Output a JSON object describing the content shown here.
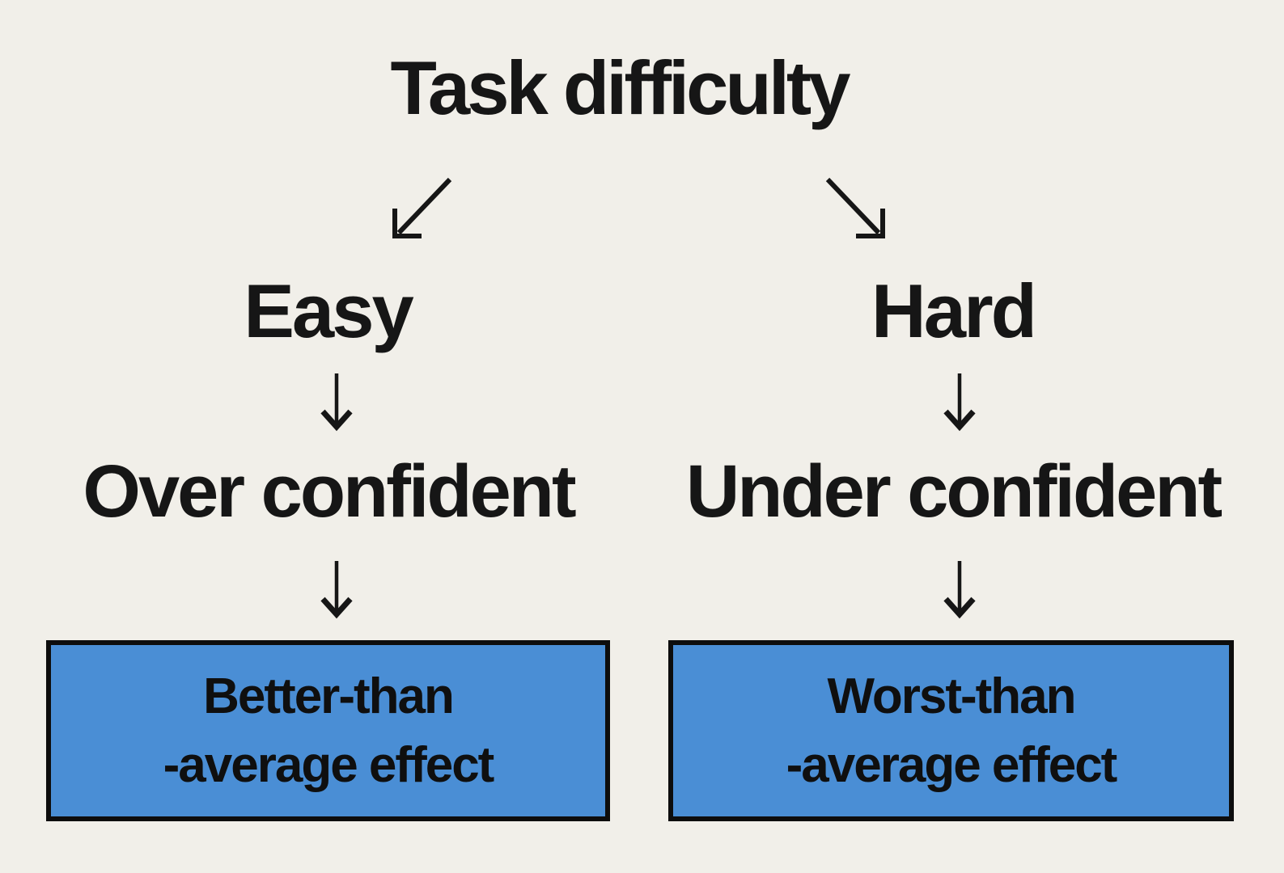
{
  "diagram": {
    "title": "Task difficulty",
    "colors": {
      "background": "#f1efe9",
      "text": "#161616",
      "box_fill": "#4a8ed5",
      "box_border": "#0d0d0d",
      "arrow": "#161616"
    },
    "icons": {
      "arrow_down_left": "arrow-down-left-icon",
      "arrow_down_right": "arrow-down-right-icon",
      "arrow_down": "arrow-down-icon"
    },
    "branches": [
      {
        "condition": "Easy",
        "outcome": "Over confident",
        "effect_line1": "Better-than",
        "effect_line2": "-average effect"
      },
      {
        "condition": "Hard",
        "outcome": "Under confident",
        "effect_line1": "Worst-than",
        "effect_line2": "-average effect"
      }
    ]
  }
}
